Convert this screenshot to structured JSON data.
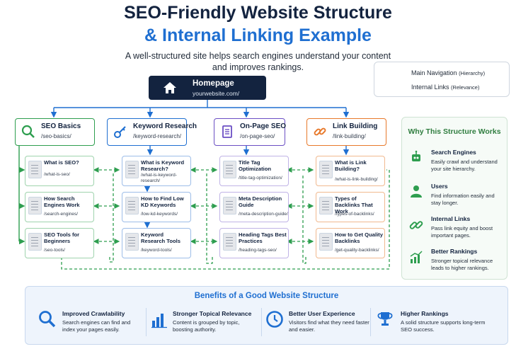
{
  "header": {
    "title_line1": "SEO-Friendly Website Structure",
    "title_line2": "& Internal Linking Example",
    "subtitle_line1": "A well-structured site helps search engines understand your content",
    "subtitle_line2": "and improves rankings."
  },
  "legend": {
    "main_label": "Main Navigation",
    "main_note": "(Hierarchy)",
    "internal_label": "Internal Links",
    "internal_note": "(Relevance)"
  },
  "homepage": {
    "title": "Homepage",
    "url": "yourwebsite.com/"
  },
  "categories": [
    {
      "label": "SEO Basics",
      "url": "/seo-basics/",
      "icon": "magnifier-icon",
      "color": "#2e9e4f",
      "pages": [
        {
          "title": "What is SEO?",
          "url": "/what-is-seo/"
        },
        {
          "title": "How Search Engines Work",
          "url": "/search-engines/"
        },
        {
          "title": "SEO Tools for Beginners",
          "url": "/seo-tools/"
        }
      ]
    },
    {
      "label": "Keyword Research",
      "url": "/keyword-research/",
      "icon": "key-icon",
      "color": "#1f6fd1",
      "pages": [
        {
          "title": "What is Keyword Research?",
          "url": "/what-is-keyword-research/"
        },
        {
          "title": "How to Find Low KD Keywords",
          "url": "/low-kd-keywords/"
        },
        {
          "title": "Keyword Research Tools",
          "url": "/keyword-tools/"
        }
      ]
    },
    {
      "label": "On-Page SEO",
      "url": "/on-page-seo/",
      "icon": "document-icon",
      "color": "#6b4fc4",
      "pages": [
        {
          "title": "Title Tag Optimization",
          "url": "/title-tag-optimization/"
        },
        {
          "title": "Meta Description Guide",
          "url": "/meta-description-guide/"
        },
        {
          "title": "Heading Tags Best Practices",
          "url": "/heading-tags-seo/"
        }
      ]
    },
    {
      "label": "Link Building",
      "url": "/link-building/",
      "icon": "link-icon",
      "color": "#e8792b",
      "pages": [
        {
          "title": "What is Link Building?",
          "url": "/what-is-link-building/"
        },
        {
          "title": "Types of Backlinks That Work",
          "url": "/types-of-backlinks/"
        },
        {
          "title": "How to Get Quality Backlinks",
          "url": "/get-quality-backlinks/"
        }
      ]
    }
  ],
  "why": {
    "title": "Why This Structure Works",
    "items": [
      {
        "heading": "Search Engines",
        "text": "Easily crawl and understand your site hierarchy.",
        "icon": "robot-icon"
      },
      {
        "heading": "Users",
        "text": "Find information easily and stay longer.",
        "icon": "user-icon"
      },
      {
        "heading": "Internal Links",
        "text": "Pass link equity and boost important pages.",
        "icon": "link-icon"
      },
      {
        "heading": "Better Rankings",
        "text": "Stronger topical relevance leads to higher rankings.",
        "icon": "chart-icon"
      }
    ]
  },
  "benefits": {
    "title": "Benefits of a Good Website Structure",
    "items": [
      {
        "heading": "Improved Crawlability",
        "text": "Search engines can find and index your pages easily.",
        "icon": "magnifier-icon"
      },
      {
        "heading": "Stronger Topical Relevance",
        "text": "Content is grouped by topic, boosting authority.",
        "icon": "bar-chart-icon"
      },
      {
        "heading": "Better User Experience",
        "text": "Visitors find what they need faster and easier.",
        "icon": "clock-icon"
      },
      {
        "heading": "Higher Rankings",
        "text": "A solid structure supports long-term SEO success.",
        "icon": "trophy-icon"
      }
    ]
  },
  "colors": {
    "navy": "#13233f",
    "blue": "#1f6fd1",
    "green": "#2e9e4f",
    "purple": "#6b4fc4",
    "orange": "#e8792b"
  }
}
